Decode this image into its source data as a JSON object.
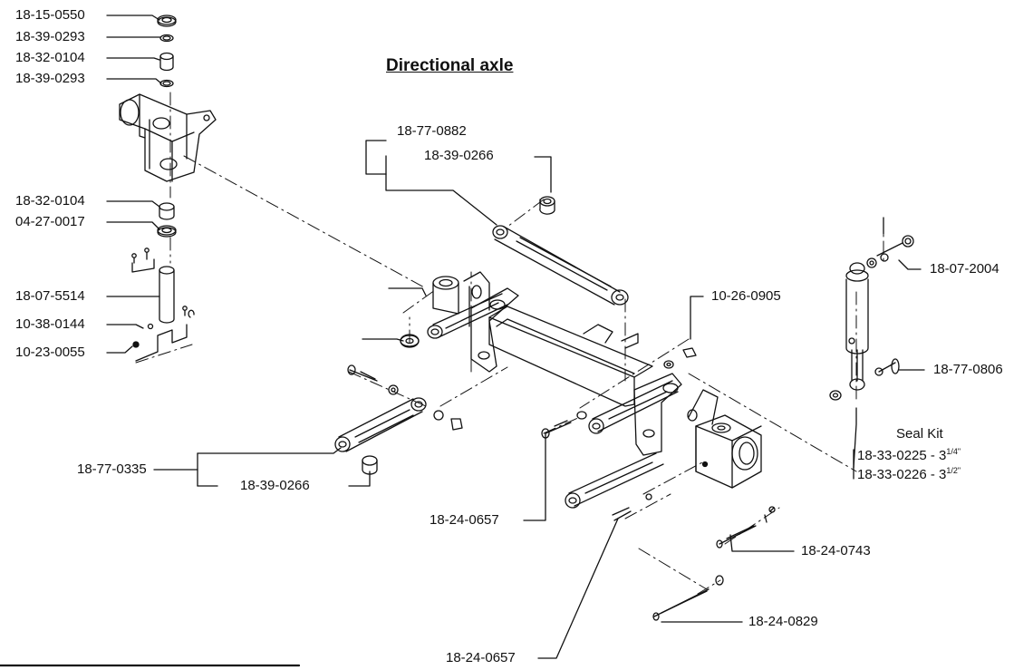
{
  "title": "Directional axle",
  "labels": {
    "p1": "18-15-0550",
    "p2": "18-39-0293",
    "p3": "18-32-0104",
    "p4": "18-39-0293",
    "p5": "18-32-0104",
    "p6": "04-27-0017",
    "p7": "18-07-5514",
    "p8": "10-38-0144",
    "p9": "10-23-0055",
    "p10": "18-77-0335",
    "p11": "18-39-0266",
    "p12": "18-77-0882",
    "p13": "18-39-0266",
    "p14": "10-26-0905",
    "p15": "18-07-2004",
    "p16": "18-77-0806",
    "p17": "Seal Kit",
    "p18": "18-33-0225 - 3",
    "p18_sup": "1/4\"",
    "p19": "18-33-0226 - 3",
    "p19_sup": "1/2\"",
    "p20": "18-24-0657",
    "p21": "18-24-0743",
    "p22": "18-24-0829",
    "p23": "18-24-0657"
  }
}
